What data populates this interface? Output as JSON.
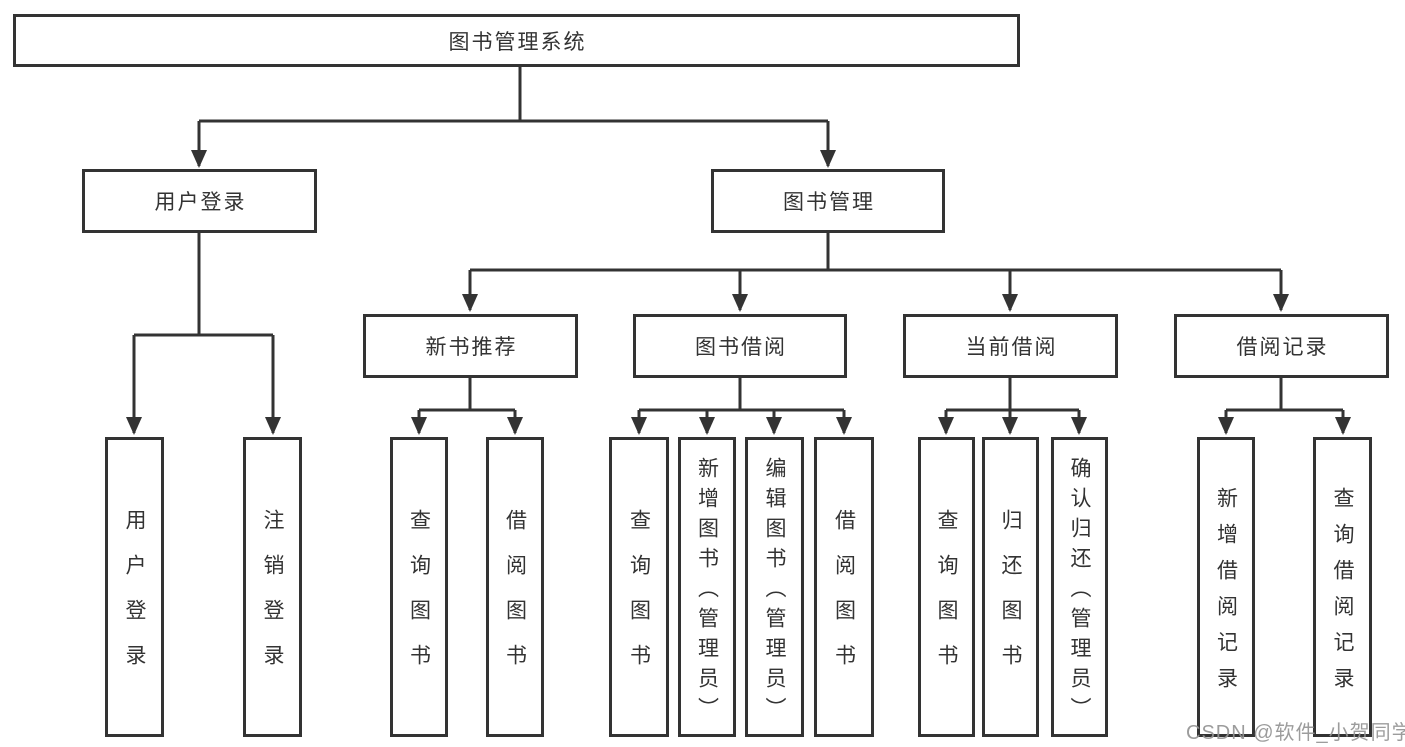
{
  "tree": {
    "root": {
      "label": "图书管理系统"
    },
    "branches": [
      {
        "label": "用户登录",
        "leaves": [
          {
            "label": "用户登录"
          },
          {
            "label": "注销登录"
          }
        ]
      },
      {
        "label": "图书管理",
        "children": [
          {
            "label": "新书推荐",
            "leaves": [
              {
                "label": "查询图书"
              },
              {
                "label": "借阅图书"
              }
            ]
          },
          {
            "label": "图书借阅",
            "leaves": [
              {
                "label": "查询图书"
              },
              {
                "label": "新增图书（管理员）"
              },
              {
                "label": "编辑图书（管理员）"
              },
              {
                "label": "借阅图书"
              }
            ]
          },
          {
            "label": "当前借阅",
            "leaves": [
              {
                "label": "查询图书"
              },
              {
                "label": "归还图书"
              },
              {
                "label": "确认归还（管理员）"
              }
            ]
          },
          {
            "label": "借阅记录",
            "leaves": [
              {
                "label": "新增借阅记录"
              },
              {
                "label": "查询借阅记录"
              }
            ]
          }
        ]
      }
    ]
  },
  "watermark": {
    "text": "CSDN @软件_小贺同学"
  },
  "colors": {
    "line": "#333333",
    "text": "#333333",
    "box_fill": "#ffffff",
    "background": "#ffffff",
    "watermark": "#949494"
  }
}
